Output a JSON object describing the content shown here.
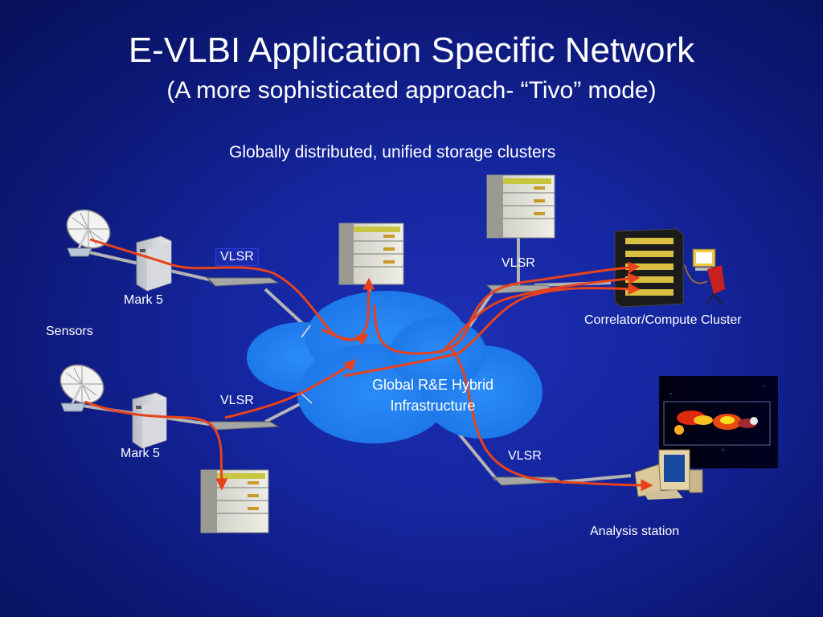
{
  "slide": {
    "title": "E-VLBI Application Specific Network",
    "subtitle": "(A more sophisticated approach- “Tivo” mode)",
    "storage_caption": "Globally distributed, unified storage clusters",
    "cloud_label": "Global R&E Hybrid Infrastructure",
    "labels": {
      "sensors": "Sensors",
      "mark5_top": "Mark 5",
      "mark5_bottom": "Mark 5",
      "vlsr_top_left": "VLSR",
      "vlsr_top_right": "VLSR",
      "vlsr_bottom_left": "VLSR",
      "vlsr_bottom_right": "VLSR",
      "correlator": "Correlator/Compute Cluster",
      "analysis": "Analysis station"
    }
  },
  "colors": {
    "background": "#1526a0",
    "cloud": "#1e7ef0",
    "flow_arrow": "#e8421c",
    "link": "#b4b4b4"
  },
  "icons": [
    "satellite-dish-icon",
    "server-tower-icon",
    "storage-rack-icon",
    "switch-icon",
    "compute-cluster-icon",
    "workstation-icon",
    "radio-image"
  ]
}
